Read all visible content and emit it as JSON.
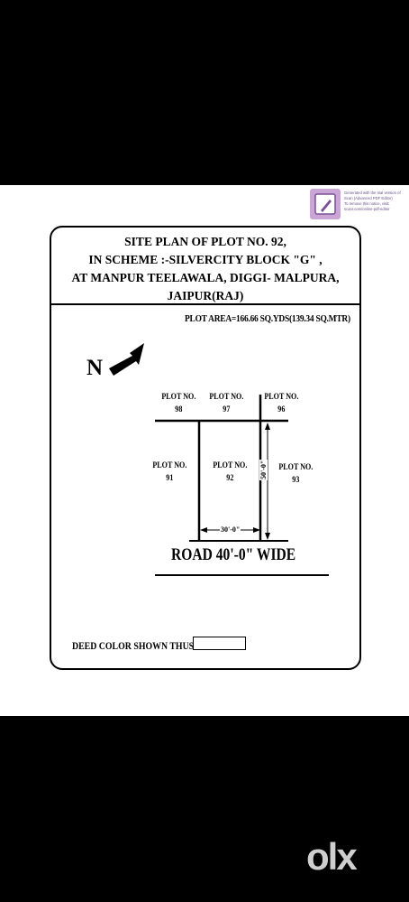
{
  "title_lines": [
    "SITE PLAN OF PLOT NO. 92,",
    "IN SCHEME :-SILVERCITY BLOCK \"G\" ,",
    "AT MANPUR TEELAWALA, DIGGI- MALPURA,",
    "JAIPUR(RAJ)"
  ],
  "plot_area": "PLOT AREA=166.66 SQ.YDS(139.34 SQ.MTR)",
  "north_label": "N",
  "plots": {
    "p98": {
      "line1": "PLOT NO.",
      "line2": "98"
    },
    "p97": {
      "line1": "PLOT NO.",
      "line2": "97"
    },
    "p96": {
      "line1": "PLOT NO.",
      "line2": "96"
    },
    "p91": {
      "line1": "PLOT NO.",
      "line2": "91"
    },
    "p92": {
      "line1": "PLOT NO.",
      "line2": "92"
    },
    "p93": {
      "line1": "PLOT NO.",
      "line2": "93"
    }
  },
  "dimensions": {
    "width": "30'-0\"",
    "depth": "50'-0\""
  },
  "road": "ROAD 40'-0\" WIDE",
  "deed": "DEED COLOR SHOWN THUS",
  "stamp_lines": [
    "Generated with the trial version of",
    "Scan (Advanced PDF Editor)",
    "To remove this notice, visit:",
    "scanr.com/online-pdf-editor"
  ],
  "watermark": "olx",
  "colors": {
    "ink": "#000000",
    "paper": "#ffffff",
    "stamp": "#c9a6d6"
  }
}
